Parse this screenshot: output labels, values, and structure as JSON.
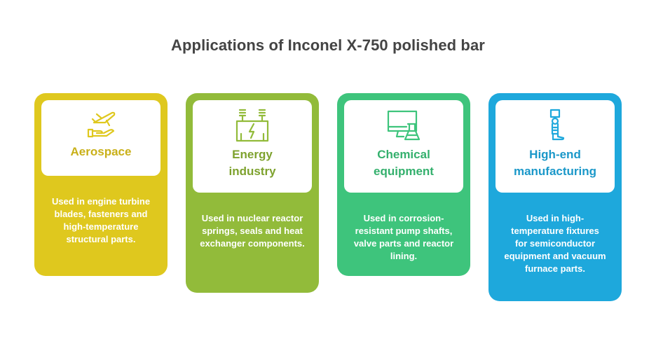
{
  "title": "Applications of Inconel X-750 polished bar",
  "cards": [
    {
      "title": "Aerospace",
      "description": "Used in engine turbine blades, fasteners and high-temperature structural parts.",
      "color": "#dfc81e",
      "text_color": "#c9b018",
      "icon": "airplane-hand-icon"
    },
    {
      "title": "Energy industry",
      "description": "Used in nuclear reactor springs, seals and heat exchanger components.",
      "color": "#92bb3a",
      "text_color": "#7ea22e",
      "icon": "power-plant-icon"
    },
    {
      "title": "Chemical equipment",
      "description": "Used in corrosion-resistant pump shafts, valve parts and reactor lining.",
      "color": "#3ec47c",
      "text_color": "#34b06d",
      "icon": "computer-flask-icon"
    },
    {
      "title": "High-end manufacturing",
      "description": "Used in high-temperature fixtures for semiconductor equipment and vacuum furnace parts.",
      "color": "#1ea8dc",
      "text_color": "#1b98c9",
      "icon": "prosthetic-leg-icon"
    }
  ]
}
